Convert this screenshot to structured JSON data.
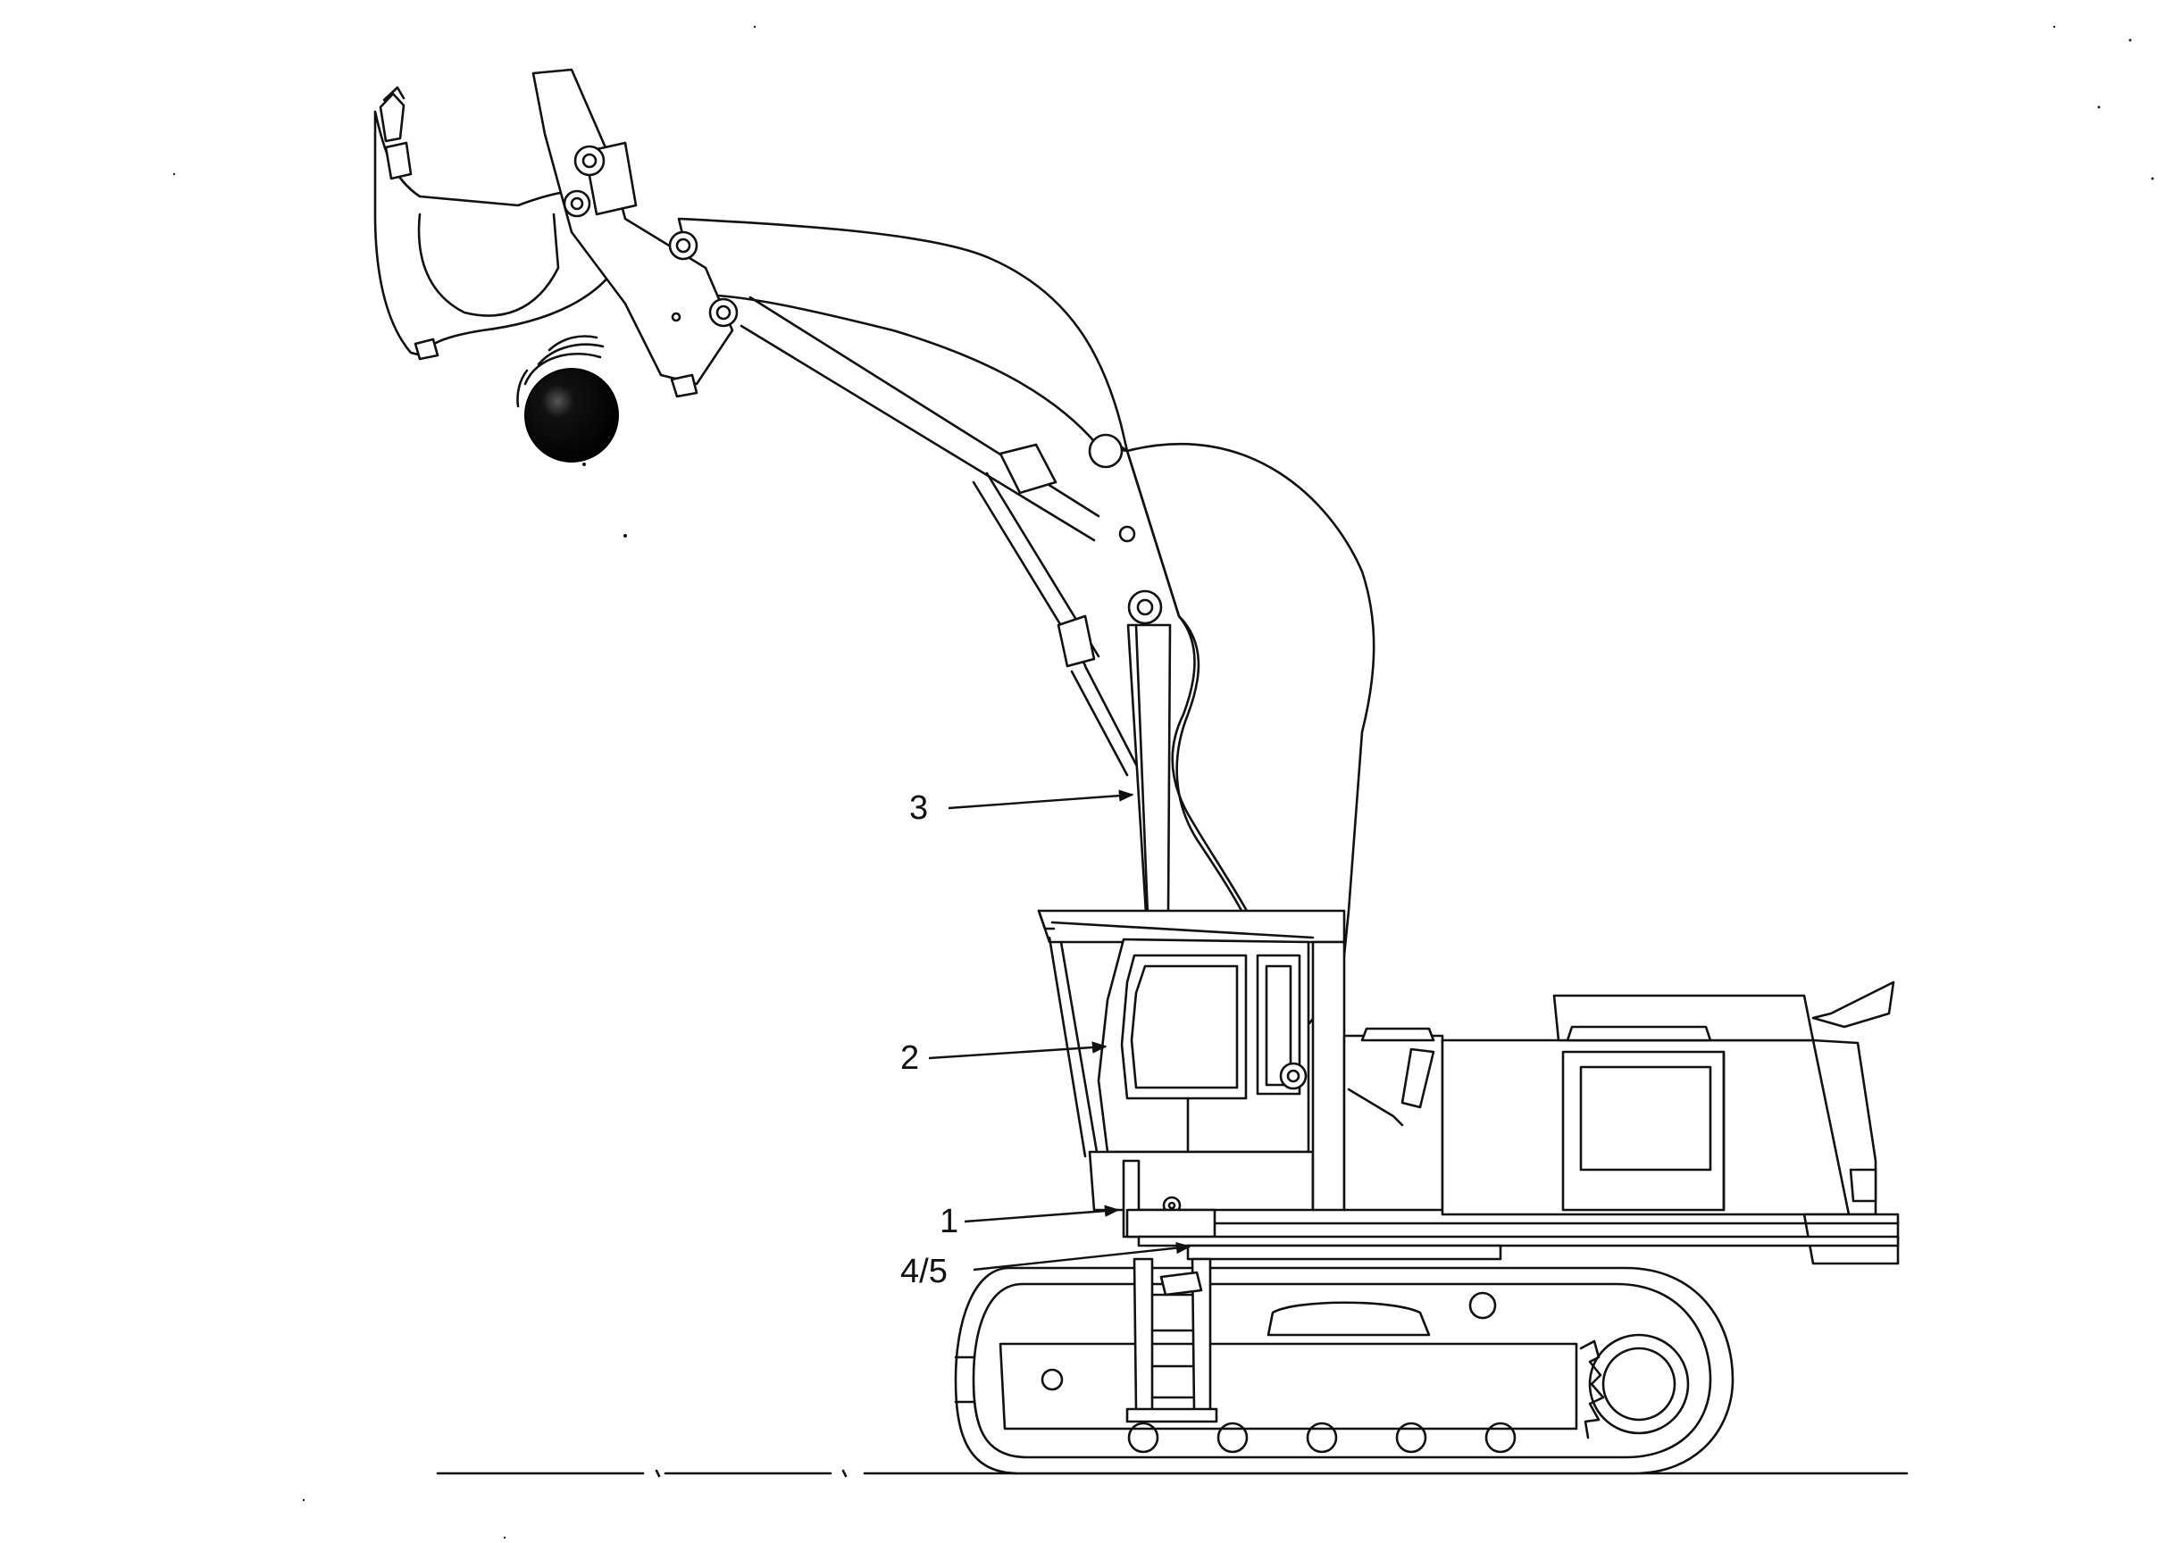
{
  "figure": {
    "callouts": [
      {
        "id": "1",
        "label": "1"
      },
      {
        "id": "2",
        "label": "2"
      },
      {
        "id": "3",
        "label": "3"
      },
      {
        "id": "4-5",
        "label": "4/5"
      }
    ]
  }
}
